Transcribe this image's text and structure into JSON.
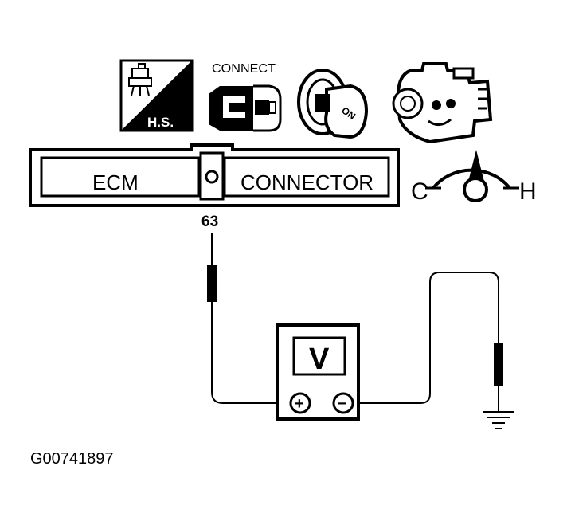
{
  "icons": {
    "hood_switch": {
      "label": "H.S.",
      "icon": "hood-switch-icon"
    },
    "connect": {
      "label": "CONNECT",
      "icon": "connector-plug-icon"
    },
    "ignition": {
      "label": "ON",
      "icon": "ignition-key-icon"
    },
    "engine": {
      "icon": "engine-running-icon"
    }
  },
  "ecm_connector": {
    "left_label": "ECM",
    "right_label": "CONNECTOR",
    "terminal": "63"
  },
  "temperature_gauge": {
    "cold_label": "C",
    "hot_label": "H"
  },
  "voltmeter": {
    "display": "V",
    "positive": "+",
    "negative": "−"
  },
  "figure_id": "G00741897"
}
